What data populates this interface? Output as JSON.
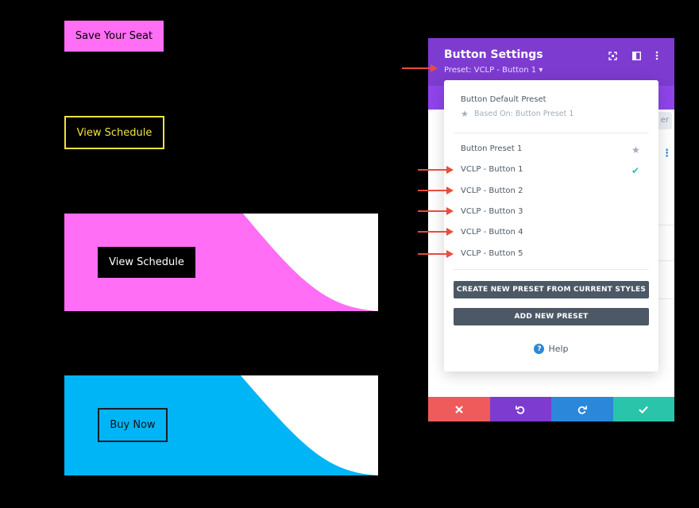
{
  "demo": {
    "save_seat": "Save Your Seat",
    "view_schedule_outline": "View Schedule",
    "view_schedule_card": "View Schedule",
    "buy_now": "Buy Now"
  },
  "colors": {
    "pink": "#ff6ef4",
    "cyan": "#00b5f5",
    "yellow": "#f1e33a",
    "purple_header": "#7e3bd0",
    "purple_tabs": "#8f44ea",
    "red_arrow": "#e84d3d",
    "footer_cancel": "#ef5b5b",
    "footer_undo": "#7e3bd0",
    "footer_redo": "#2b87da",
    "footer_save": "#29c4a9"
  },
  "panel": {
    "title": "Button Settings",
    "preset_label": "Preset: VCLP - Button 1 ▾",
    "header_icons": [
      "fullscreen-icon",
      "split-view-icon",
      "more-vert-icon"
    ],
    "background_field_text": "er"
  },
  "dropdown": {
    "default_title": "Button Default Preset",
    "default_based_on": "Based On: Button Preset 1",
    "items": [
      {
        "label": "Button Preset 1",
        "status": "star"
      },
      {
        "label": "VCLP - Button 1",
        "status": "check"
      },
      {
        "label": "VCLP - Button 2",
        "status": ""
      },
      {
        "label": "VCLP - Button 3",
        "status": ""
      },
      {
        "label": "VCLP - Button 4",
        "status": ""
      },
      {
        "label": "VCLP - Button 5",
        "status": ""
      }
    ],
    "create_btn": "CREATE NEW PRESET FROM CURRENT STYLES",
    "add_btn": "ADD NEW PRESET",
    "help": "Help"
  },
  "footer": {
    "icons": [
      "close-icon",
      "undo-icon",
      "redo-icon",
      "check-icon"
    ]
  }
}
